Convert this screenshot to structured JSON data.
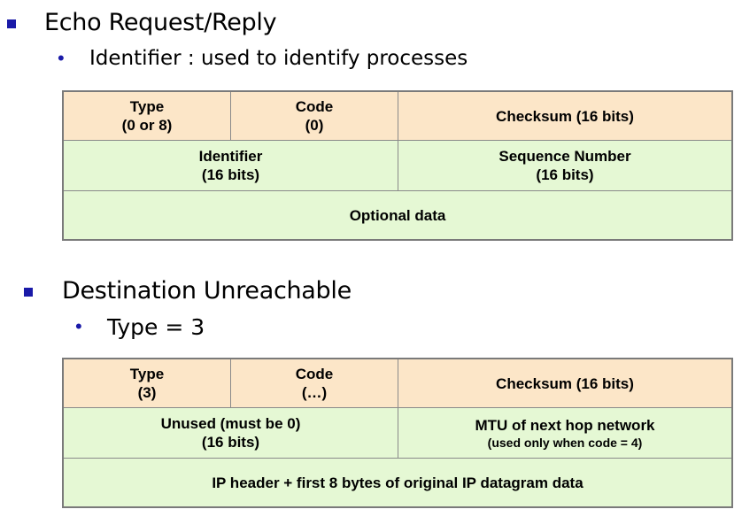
{
  "echo": {
    "heading": "Echo Request/Reply",
    "bullet": "Identifier : used to identify processes",
    "row1": {
      "type_label": "Type",
      "type_value": "(0 or 8)",
      "code_label": "Code",
      "code_value": "(0)",
      "checksum": "Checksum (16 bits)"
    },
    "row2": {
      "identifier_label": "Identifier",
      "identifier_size": "(16 bits)",
      "sequence_label": "Sequence Number",
      "sequence_size": "(16 bits)"
    },
    "row3": {
      "optional": "Optional data"
    }
  },
  "unreachable": {
    "heading": "Destination Unreachable",
    "bullet": "Type = 3",
    "row1": {
      "type_label": "Type",
      "type_value": "(3)",
      "code_label": "Code",
      "code_value": "(…)",
      "checksum": "Checksum (16 bits)"
    },
    "row2": {
      "unused_label": "Unused (must be 0)",
      "unused_size": "(16 bits)",
      "mtu_label": "MTU of next hop network",
      "mtu_note": "(used only when code = 4)"
    },
    "row3": {
      "ip_header": "IP header + first 8 bytes of original IP datagram data"
    }
  },
  "colors": {
    "header_fill": "#fce6c8",
    "body_fill": "#e5f8d4",
    "bullet": "#1a1aa8"
  }
}
